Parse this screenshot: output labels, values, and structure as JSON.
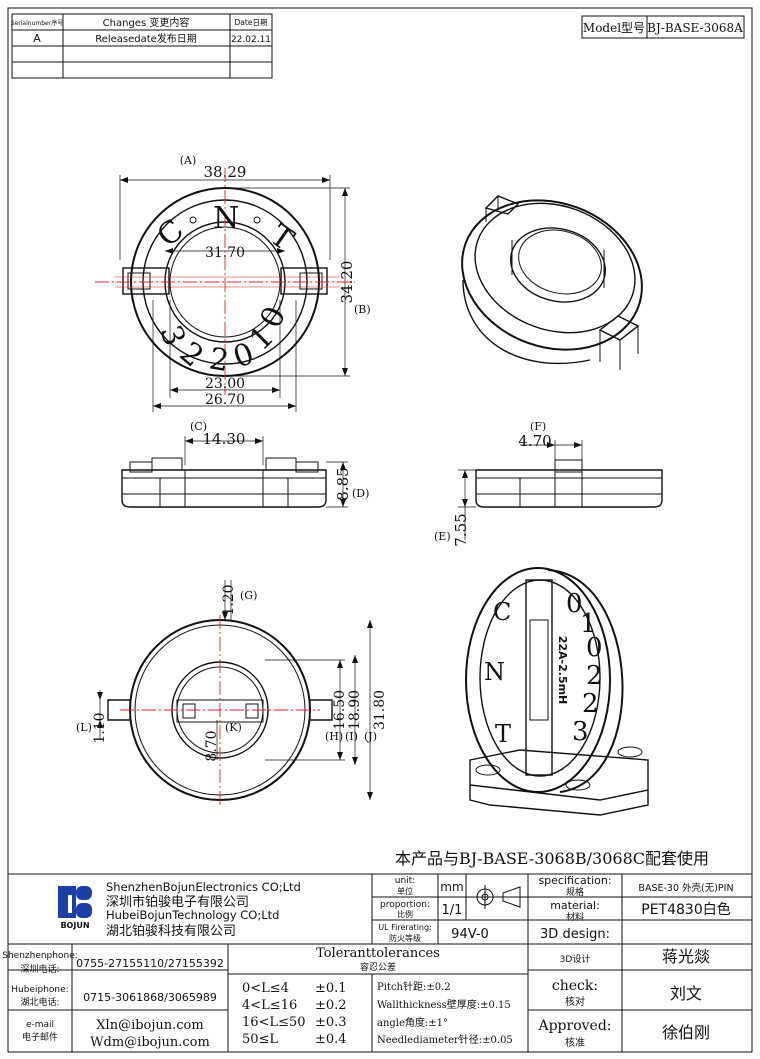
{
  "revision_table": {
    "headers": [
      "Serialnumber序号",
      "Changes 变更内容",
      "Date日期"
    ],
    "rows": [
      [
        "A",
        "Releasedate发布日期",
        "22.02.11"
      ],
      [
        "",
        "",
        ""
      ],
      [
        "",
        "",
        ""
      ]
    ]
  },
  "model": {
    "label": "Model型号",
    "value": "BJ-BASE-3068A"
  },
  "top_view": {
    "outer_dia": "38.29",
    "outer_dia_tag": "(A)",
    "height": "34.20",
    "height_tag": "(B)",
    "inner_dia": "31.70",
    "base_23": "23.00",
    "base_26": "26.70",
    "markings": [
      "C",
      "N",
      "T",
      "3",
      "2",
      "2",
      "0",
      "1",
      "0"
    ]
  },
  "side_view": {
    "width": "14.30",
    "width_tag": "(C)",
    "height": "8.85",
    "height_tag": "(D)"
  },
  "end_view": {
    "width": "4.70",
    "width_tag": "(F)",
    "height": "7.55",
    "height_tag": "(E)"
  },
  "bottom_view": {
    "g": "1.20",
    "g_tag": "(G)",
    "l": "1.10",
    "l_tag": "(L)",
    "k": "8.70",
    "k_tag": "(K)",
    "h": "16.50",
    "h_tag": "(H)",
    "i": "18.90",
    "i_tag": "(I)",
    "j": "31.80",
    "j_tag": "(J)"
  },
  "iso_label": "22A-2.5mH",
  "iso_markings": [
    "C",
    "N",
    "T",
    "3",
    "2",
    "2",
    "0",
    "1",
    "0"
  ],
  "note": "本产品与BJ-BASE-3068B/3068C配套使用",
  "company": {
    "logo_text": "BOJUN",
    "name_en_1": "ShenzhenBojunElectronics CO;Ltd",
    "name_cn_1": "深圳市铂骏电子有限公司",
    "name_en_2": "HubeiBojunTechnology CO;Ltd",
    "name_cn_2": "湖北铂骏科技有限公司"
  },
  "spec": {
    "unit_label_en": "unit:",
    "unit_label_cn": "单位",
    "unit_value": "mm",
    "proportion_label_en": "proportion:",
    "proportion_label_cn": "比例",
    "proportion_value": "1/1",
    "fire_label_en": "UL Firerating:",
    "fire_label_cn": "防火等级",
    "fire_value": "94V-0",
    "specification_label_en": "specification:",
    "specification_label_cn": "规格",
    "specification_value": "BASE-30 外壳(无)PIN",
    "material_label_en": "material:",
    "material_label_cn": "材料",
    "material_value": "PET4830白色",
    "design_label_en": "3D design:",
    "design_label_cn": "3D设计",
    "design_value": "蒋光燚",
    "check_label_en": "check:",
    "check_label_cn": "核对",
    "check_value": "刘文",
    "approved_label_en": "Approved:",
    "approved_label_cn": "核准",
    "approved_value": "徐伯刚"
  },
  "contacts": {
    "sz_label_en": "Shenzhenphone:",
    "sz_label_cn": "深圳电话:",
    "sz_value": "0755-27155110/27155392",
    "hb_label_en": "Hubeiphone:",
    "hb_label_cn": "湖北电话:",
    "hb_value": "0715-3061868/3065989",
    "mail_label_en": "e-mail",
    "mail_label_cn": "电子邮件",
    "mail_1": "Xln@ibojun.com",
    "mail_2": "Wdm@ibojun.com"
  },
  "tolerances": {
    "title_en": "Toleranttolerances",
    "title_cn": "容忍公差",
    "rows": [
      {
        "range": "0<L≤4",
        "tol": "±0.1"
      },
      {
        "range": "4<L≤16",
        "tol": "±0.2"
      },
      {
        "range": "16<L≤50",
        "tol": "±0.3"
      },
      {
        "range": "50≤L",
        "tol": "±0.4"
      }
    ],
    "pin": "Pitch针距:±0.2",
    "wall": "Wallthickness壁厚度:±0.15",
    "angle": "angle角度:±1°",
    "needle": "Needlediameter针径:±0.05"
  }
}
